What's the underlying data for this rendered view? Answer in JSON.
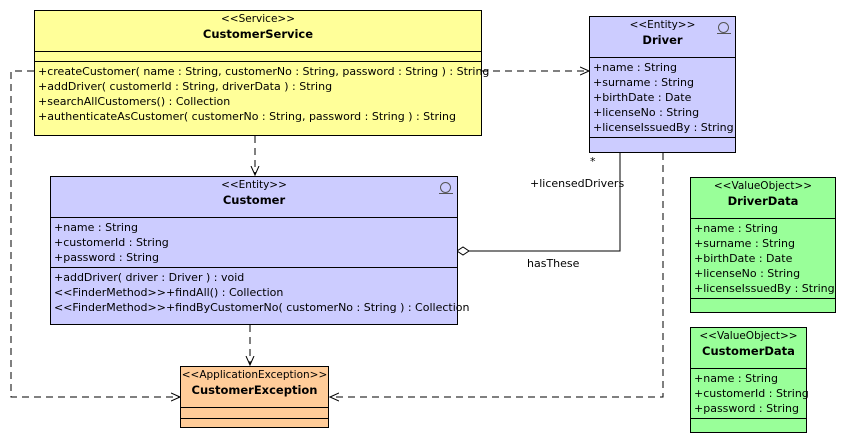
{
  "classes": {
    "customer_service": {
      "stereotype": "<<Service>>",
      "name": "CustomerService",
      "operations": [
        "+createCustomer( name : String, customerNo : String, password : String ) : String",
        "+addDriver( customerId : String, driverData ) : String",
        "+searchAllCustomers() : Collection",
        "+authenticateAsCustomer( customerNo : String, password : String ) : String"
      ]
    },
    "driver": {
      "stereotype": "<<Entity>>",
      "name": "Driver",
      "attributes": [
        "+name : String",
        "+surname : String",
        "+birthDate : Date",
        "+licenseNo : String",
        "+licenseIssuedBy : String"
      ]
    },
    "customer": {
      "stereotype": "<<Entity>>",
      "name": "Customer",
      "attributes": [
        "+name : String",
        "+customerId : String",
        "+password : String"
      ],
      "operations": [
        "+addDriver( driver : Driver ) : void",
        "<<FinderMethod>>+findAll() : Collection",
        "<<FinderMethod>>+findByCustomerNo( customerNo : String ) : Collection"
      ]
    },
    "driver_data": {
      "stereotype": "<<ValueObject>>",
      "name": "DriverData",
      "attributes": [
        "+name : String",
        "+surname : String",
        "+birthDate : Date",
        "+licenseNo : String",
        "+licenseIssuedBy : String"
      ]
    },
    "customer_data": {
      "stereotype": "<<ValueObject>>",
      "name": "CustomerData",
      "attributes": [
        "+name : String",
        "+customerId : String",
        "+password : String"
      ]
    },
    "customer_exception": {
      "stereotype": "<<ApplicationException>>",
      "name": "CustomerException"
    }
  },
  "associations": {
    "has_these": {
      "label": "hasThese",
      "role": "+licensedDrivers",
      "multiplicity": "*"
    }
  }
}
